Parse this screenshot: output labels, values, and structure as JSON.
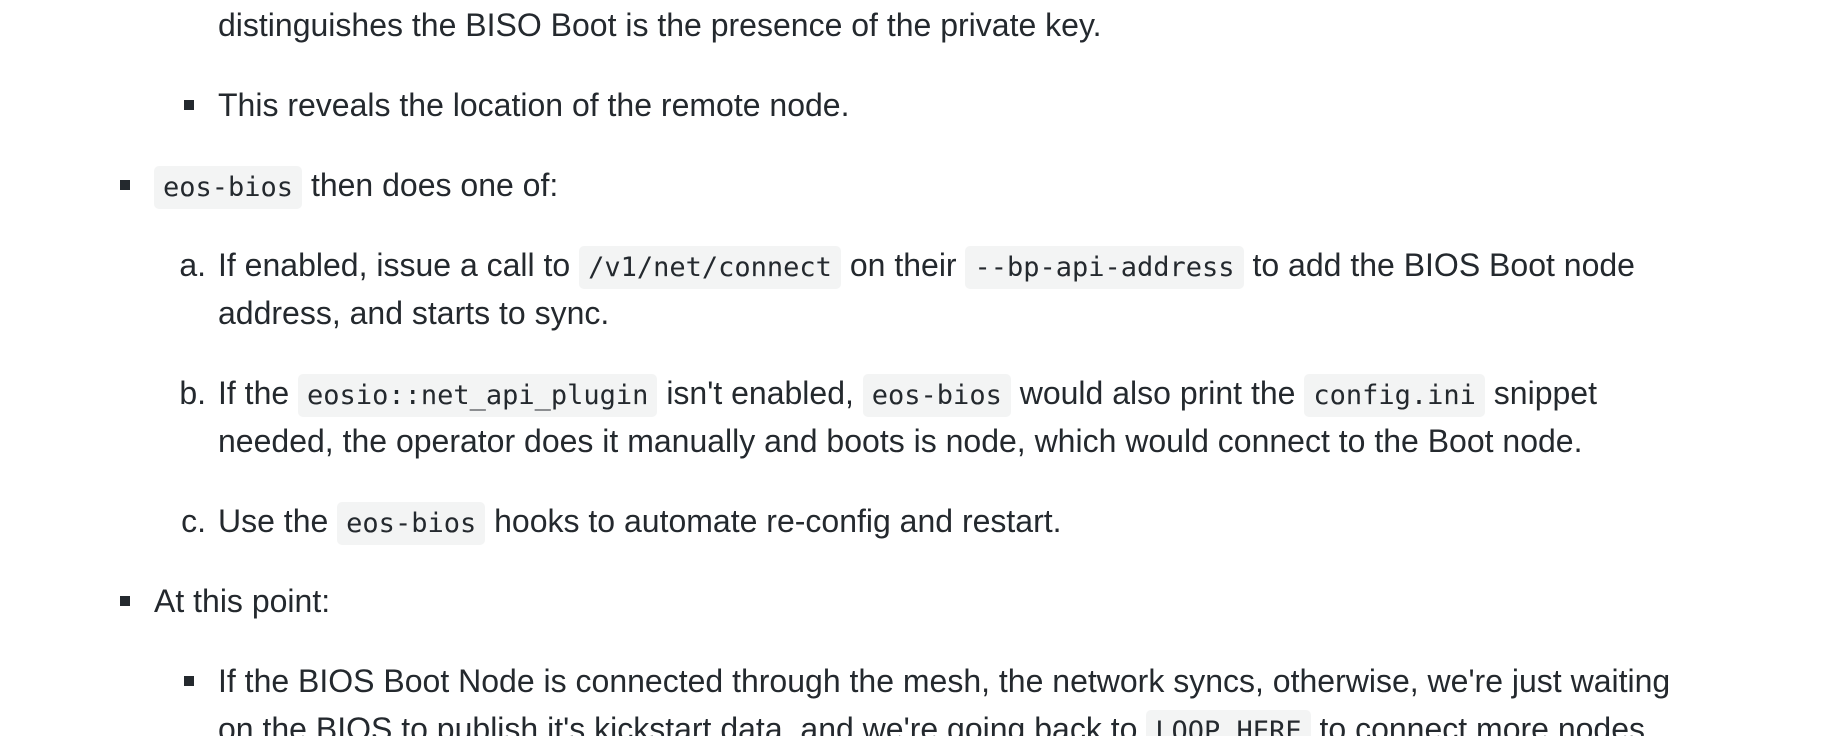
{
  "intro": {
    "line1": "distinguishes the BISO Boot is the presence of the private key.",
    "bullet": "This reveals the location of the remote node."
  },
  "item1": {
    "code": "eos-bios",
    "text": " then does one of:"
  },
  "subitems": {
    "a": {
      "marker": "a.",
      "t1": "If enabled, issue a call to ",
      "c1": "/v1/net/connect",
      "t2": " on their ",
      "c2": "--bp-api-address",
      "t3": " to add the BIOS Boot node",
      "line2": "address, and starts to sync."
    },
    "b": {
      "marker": "b.",
      "t1": "If the ",
      "c1": "eosio::net_api_plugin",
      "t2": " isn't enabled, ",
      "c2": "eos-bios",
      "t3": " would also print the ",
      "c3": "config.ini",
      "t4": " snippet",
      "line2": "needed, the operator does it manually and boots is node, which would connect to the Boot node."
    },
    "c": {
      "marker": "c.",
      "t1": "Use the ",
      "c1": "eos-bios",
      "t2": " hooks to automate re-config and restart."
    }
  },
  "item2": {
    "text": "At this point:"
  },
  "final_bullet": {
    "line1": "If the BIOS Boot Node is connected through the mesh, the network syncs, otherwise, we're just waiting",
    "t1": "on the BIOS to publish it's kickstart data, and we're going back to ",
    "c1": "LOOP_HERE",
    "t2": " to connect more nodes."
  }
}
